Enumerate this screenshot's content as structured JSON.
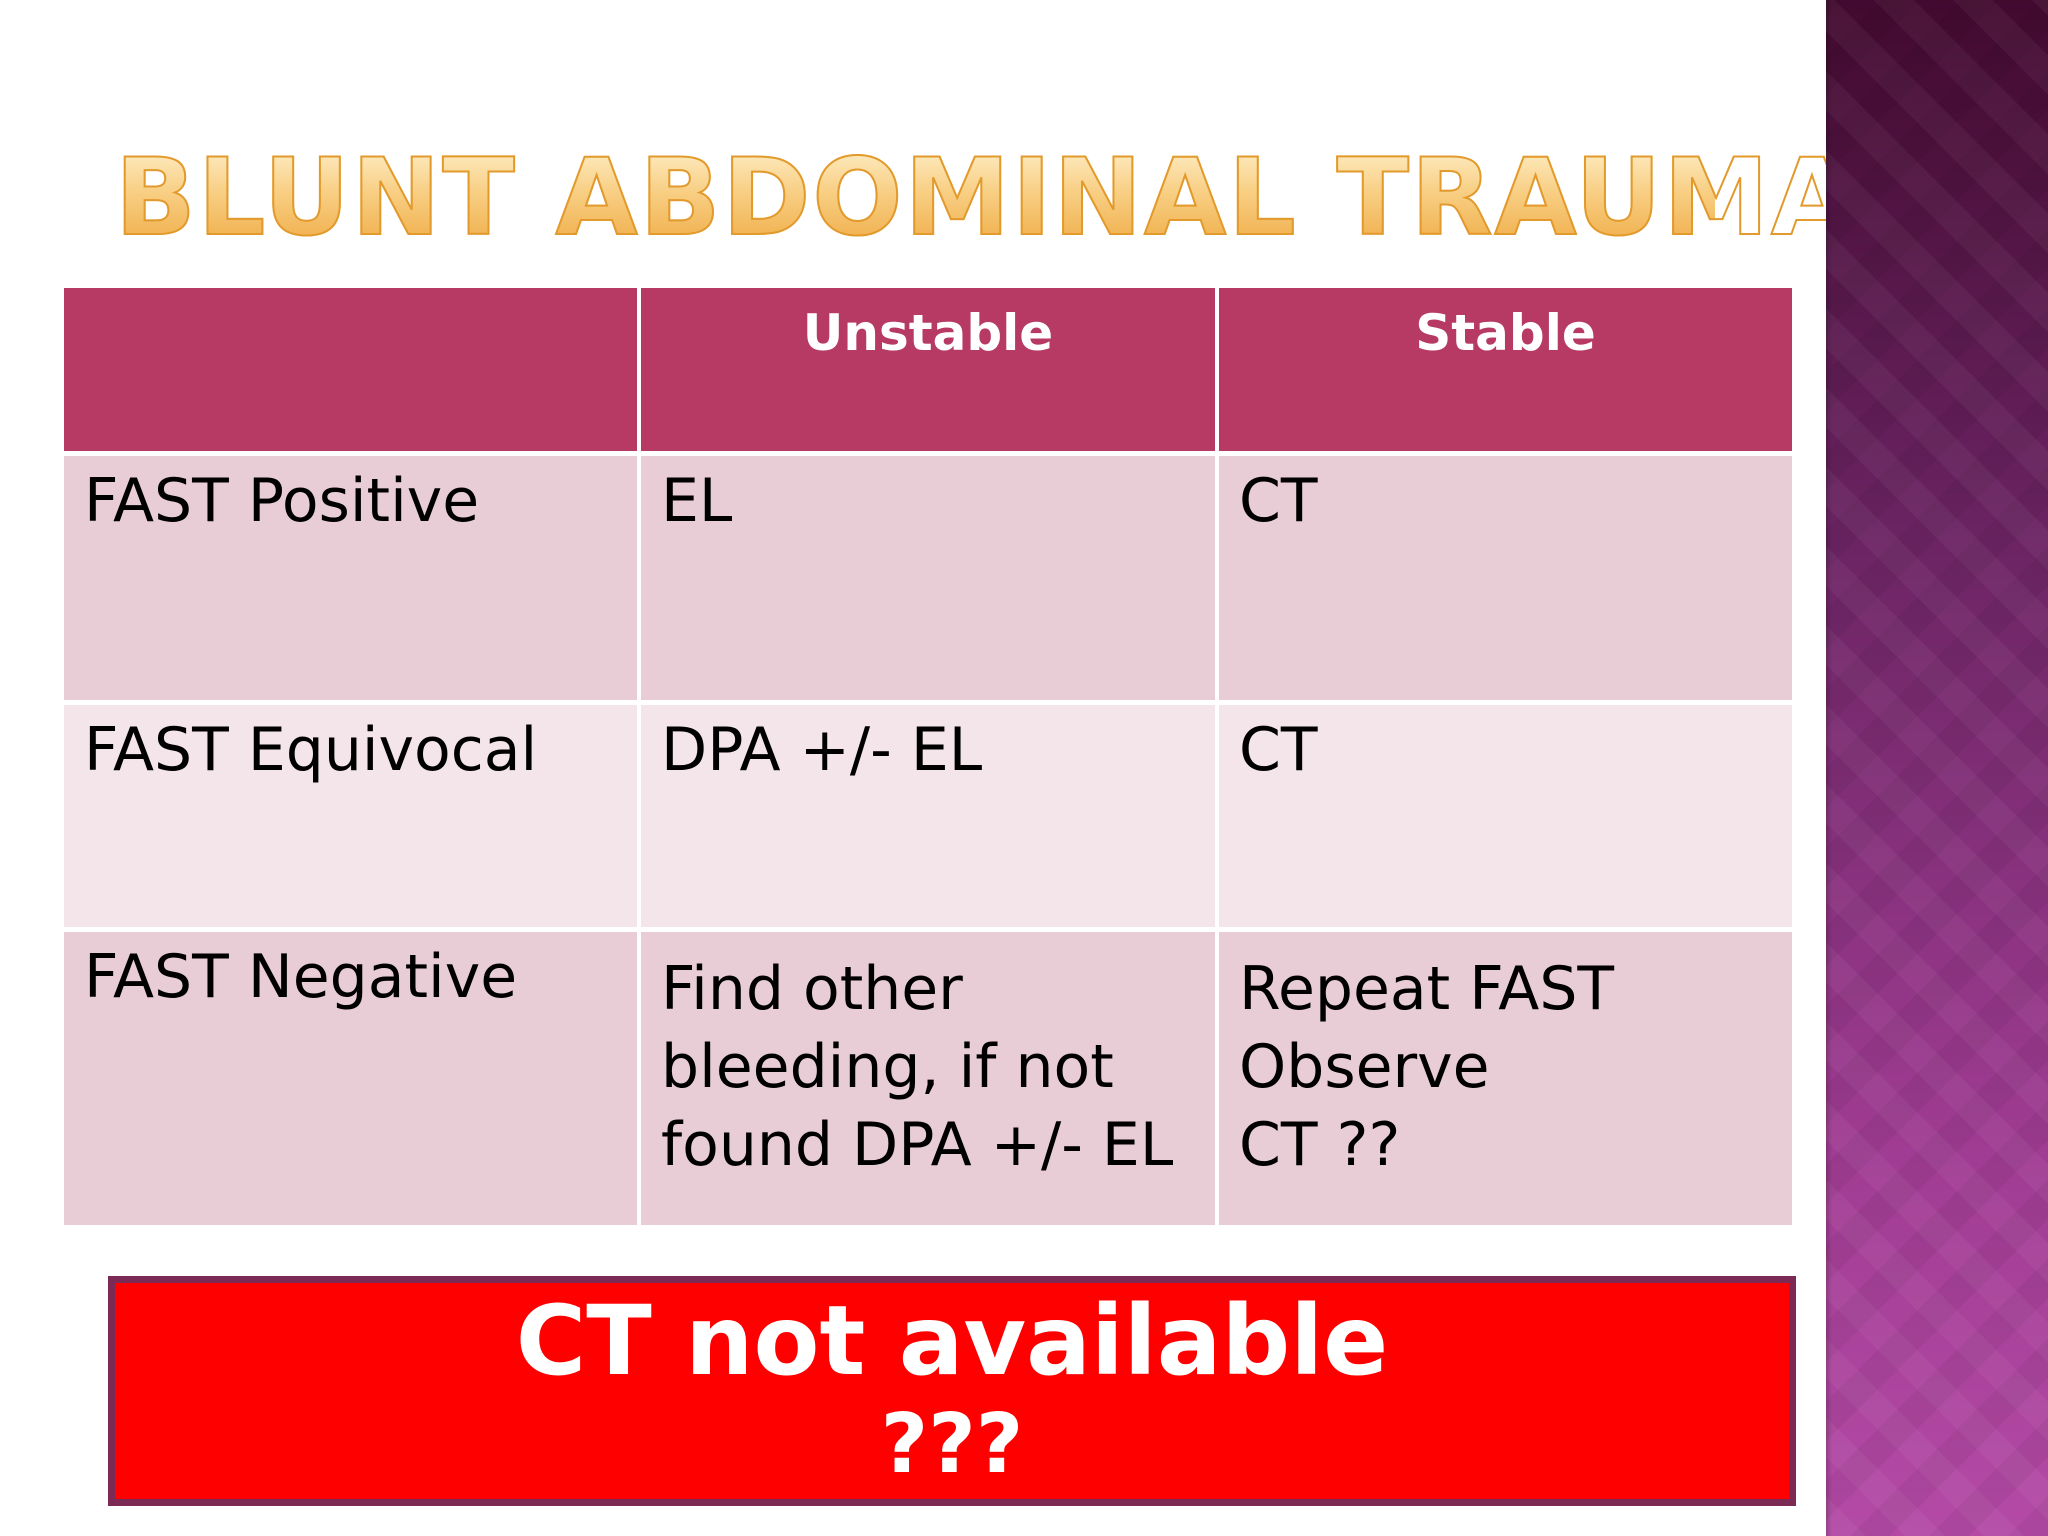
{
  "slide": {
    "title": "Blunt Abdominal Trauma",
    "table": {
      "headers": [
        "",
        "Unstable",
        "Stable"
      ],
      "rows": [
        {
          "label": "FAST Positive",
          "unstable": "EL",
          "stable": "CT"
        },
        {
          "label": "FAST Equivocal",
          "unstable": "DPA +/- EL",
          "stable": "CT"
        },
        {
          "label": "FAST Negative",
          "unstable": "Find other\nbleeding, if not\nfound DPA +/- EL",
          "stable": "Repeat FAST\nObserve\nCT ??"
        }
      ]
    },
    "callout": {
      "line1": "CT not available",
      "line2": "???"
    }
  },
  "colors": {
    "title": "#f2b54e",
    "header_bg": "#b63a63",
    "row_odd_bg": "#e8cdd7",
    "row_even_bg": "#f3e5ea",
    "callout_bg": "#ff0000",
    "callout_border": "#7a2a55",
    "side_band_top": "#420a2f",
    "side_band_bottom": "#b44aa6"
  }
}
